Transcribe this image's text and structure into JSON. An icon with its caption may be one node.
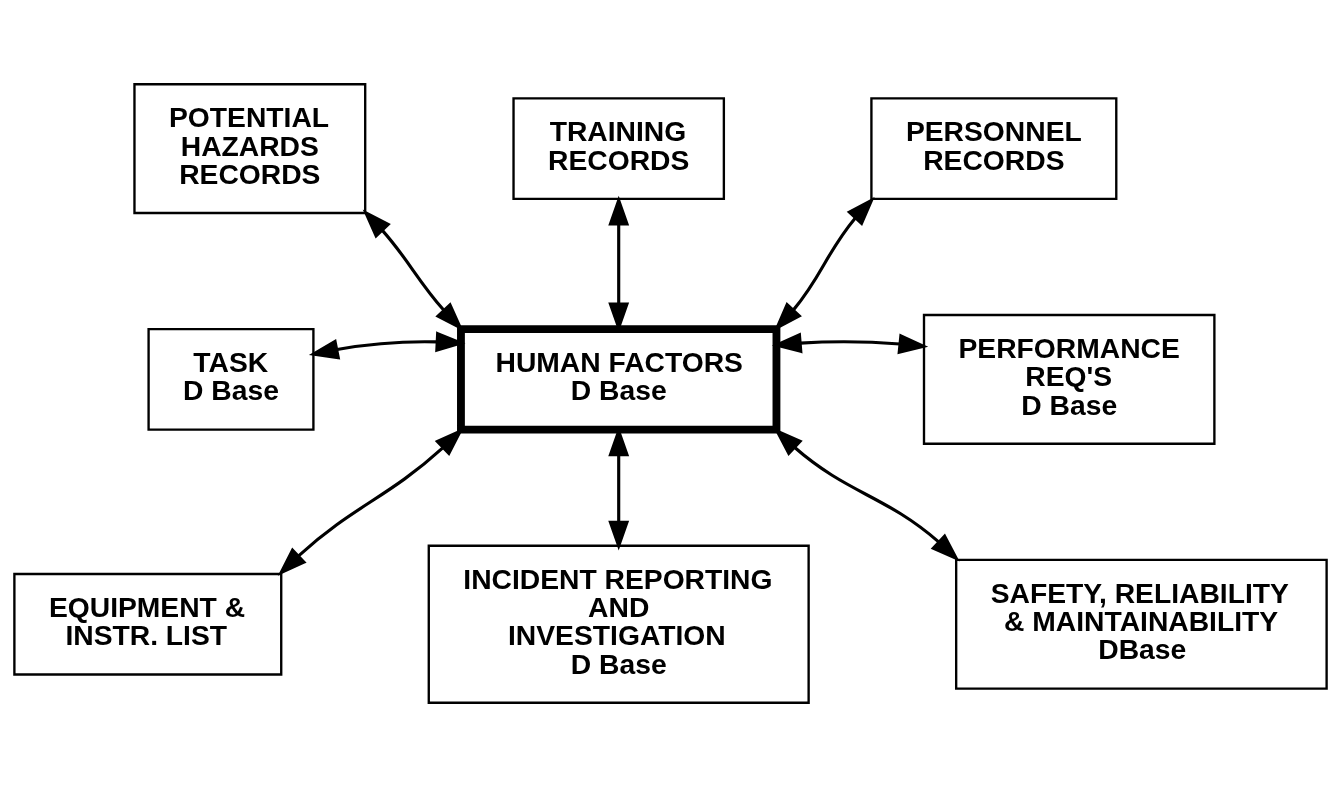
{
  "diagram": {
    "nodes": [
      {
        "text": [
          "TRAINING RECORDS"
        ]
      },
      {
        "text": [
          "POTENTIAL HAZARDS RECORDS"
        ]
      },
      {
        "text": [
          "PERSONNEL RECORDS"
        ]
      },
      {
        "text": [
          "TASK D Base"
        ]
      },
      {
        "text": [
          "HUMAN FACTORS D Base"
        ]
      },
      {
        "text": [
          "PERFORMANCE REQ'S D Base"
        ]
      },
      {
        "text": [
          "EQUIPMENT & INSTR. LIST"
        ]
      },
      {
        "text": [
          "INCIDENT REPORTING AND INVESTIGATION D Base"
        ]
      },
      {
        "text": [
          "SAFETY, RELIABILITY & MAINTAINABILITY DBase"
        ]
      }
    ],
    "edges": [
      {
        "from": 4,
        "to": 1,
        "arrow": "both"
      },
      {
        "from": 4,
        "to": 0,
        "arrow": "both"
      },
      {
        "from": 4,
        "to": 2,
        "arrow": "both"
      },
      {
        "from": 4,
        "to": 3,
        "arrow": "both"
      },
      {
        "from": 4,
        "to": 5,
        "arrow": "both"
      },
      {
        "from": 4,
        "to": 6,
        "arrow": "both"
      },
      {
        "from": 4,
        "to": 7,
        "arrow": "both"
      },
      {
        "from": 4,
        "to": 8,
        "arrow": "both"
      }
    ]
  }
}
